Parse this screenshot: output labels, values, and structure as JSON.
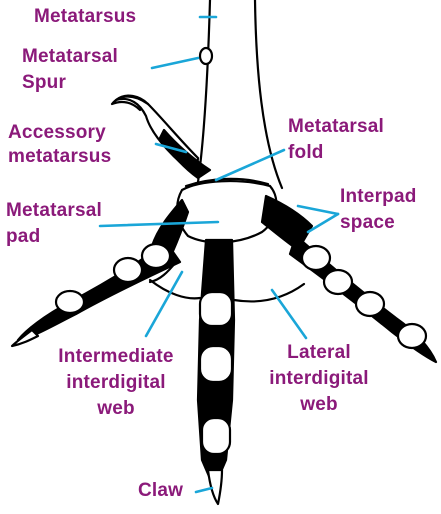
{
  "colors": {
    "label": "#8b1a7a",
    "leader": "#1aa6d8",
    "outline": "#000000",
    "pad_fill": "#ffffff"
  },
  "labels": {
    "metatarsus": "Metatarsus",
    "metatarsal_spur_line1": "Metatarsal",
    "metatarsal_spur_line2": "Spur",
    "accessory_line1": "Accessory",
    "accessory_line2": "metatarsus",
    "metatarsal_fold_line1": "Metatarsal",
    "metatarsal_fold_line2": "fold",
    "interpad_line1": "Interpad",
    "interpad_line2": "space",
    "metatarsal_pad_line1": "Metatarsal",
    "metatarsal_pad_line2": "pad",
    "intermediate_line1": "Intermediate",
    "intermediate_line2": "interdigital",
    "intermediate_line3": "web",
    "lateral_line1": "Lateral",
    "lateral_line2": "interdigital",
    "lateral_line3": "web",
    "claw": "Claw"
  }
}
